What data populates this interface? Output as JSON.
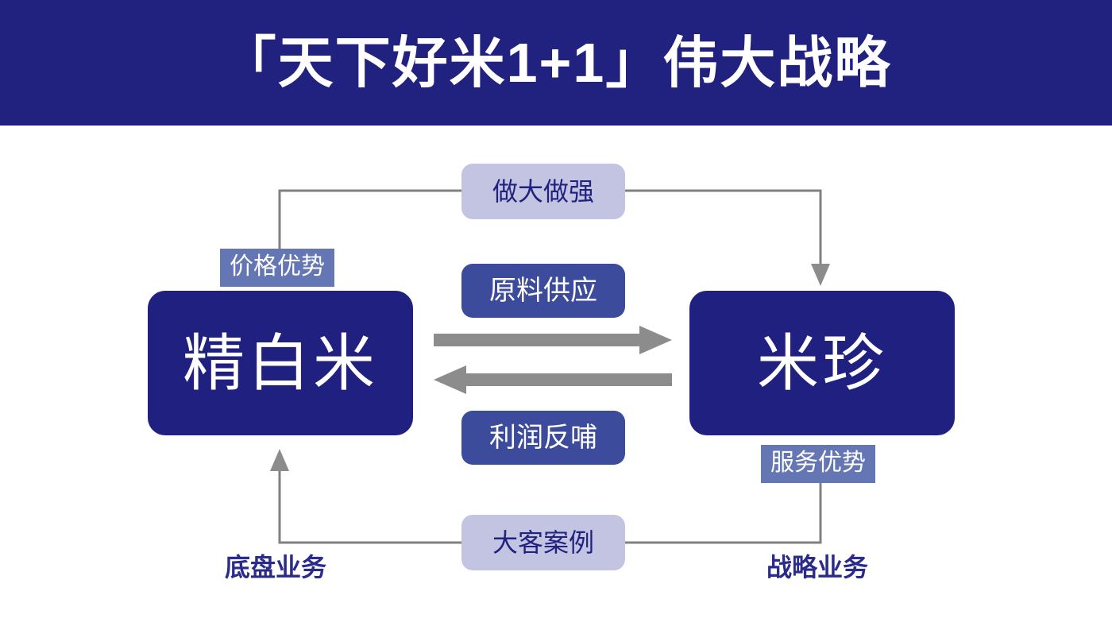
{
  "header": {
    "title": "「天下好米1+1」伟大战略",
    "background_color": "#212180",
    "text_color": "#ffffff"
  },
  "colors": {
    "navy": "#212180",
    "box_navy": "#202080",
    "mid_blue": "#3c4b9b",
    "slate_blue": "#6576b5",
    "lavender": "#c3c4e2",
    "connector_gray": "#808080",
    "arrow_gray": "#8c8c8c",
    "canvas": "#ffffff"
  },
  "diagram": {
    "entities": [
      {
        "id": "left",
        "label": "精白米"
      },
      {
        "id": "right",
        "label": "米珍"
      }
    ],
    "advantage_tags": [
      {
        "id": "price",
        "label": "价格优势",
        "attached_to": "left",
        "position": "above"
      },
      {
        "id": "service",
        "label": "服务优势",
        "attached_to": "right",
        "position": "below"
      }
    ],
    "relations": [
      {
        "id": "supply",
        "label": "原料供应",
        "direction": "left-to-right",
        "style": "block-arrow"
      },
      {
        "id": "profit",
        "label": "利润反哺",
        "direction": "right-to-left",
        "style": "block-arrow"
      }
    ],
    "loops": [
      {
        "id": "grow",
        "label": "做大做强",
        "direction": "left-to-right",
        "path": "top"
      },
      {
        "id": "case",
        "label": "大客案例",
        "direction": "right-to-left",
        "path": "bottom"
      }
    ],
    "captions": [
      {
        "id": "left",
        "label": "底盘业务"
      },
      {
        "id": "right",
        "label": "战略业务"
      }
    ]
  }
}
